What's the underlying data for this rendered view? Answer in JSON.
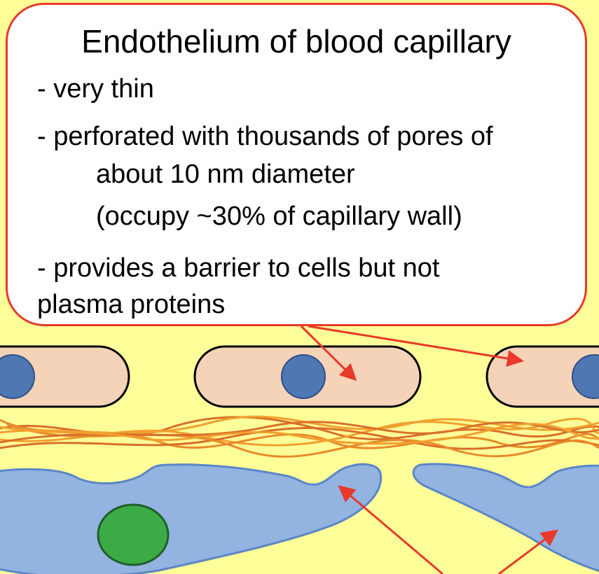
{
  "callout": {
    "title": "Endothelium of blood capillary",
    "bullets": [
      "- very thin",
      "- perforated with thousands of pores of",
      "about 10 nm diameter",
      "(occupy ~30% of capillary wall)",
      "- provides a barrier to cells but not",
      "plasma proteins"
    ]
  },
  "colors": {
    "background": "#ffff99",
    "callout_border": "#e8392a",
    "endothelial_cell_fill": "#f4d3b8",
    "nucleus_fill": "#4f77b4",
    "fiber_colors": [
      "#d8702a",
      "#f0a030",
      "#e88a2a"
    ],
    "basement_cell_fill": "#93b3e0",
    "basement_cell_nucleus": "#3cab45",
    "arrow": "#e8392a"
  }
}
